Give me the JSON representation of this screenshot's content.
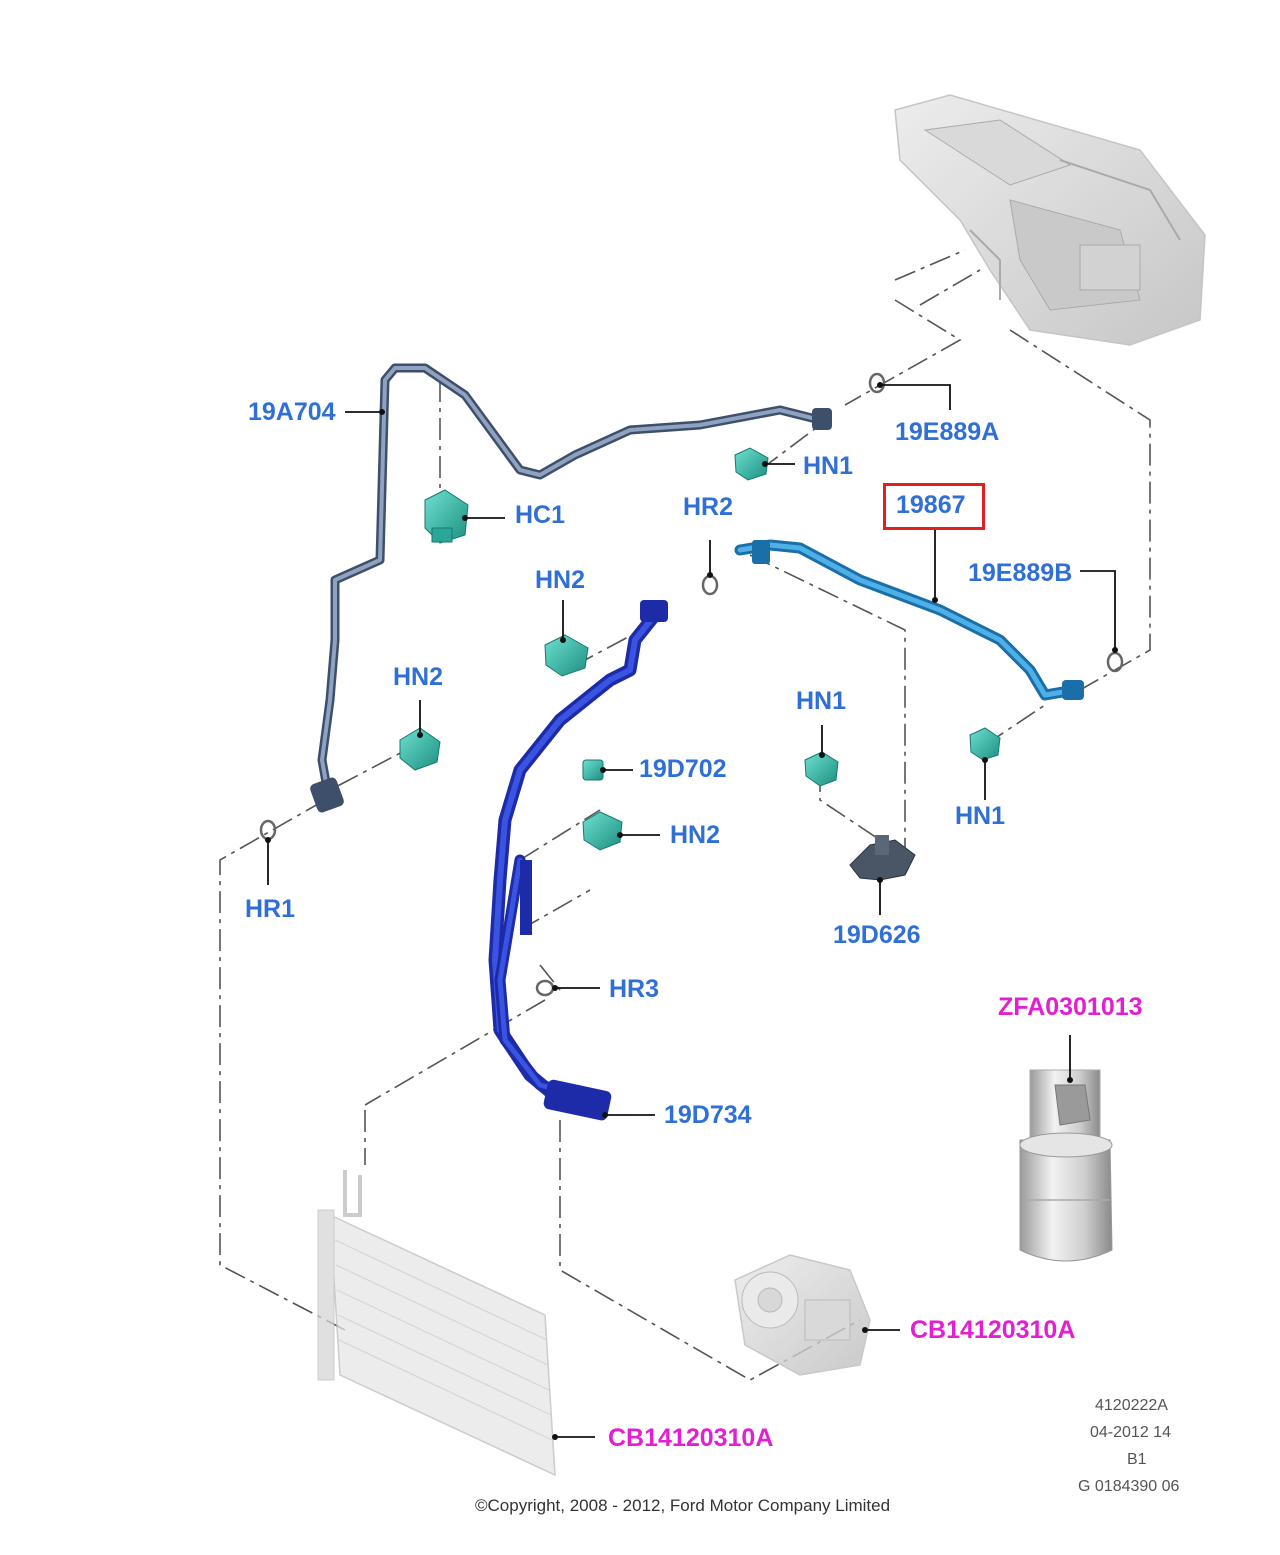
{
  "callouts": {
    "p19A704": "19A704",
    "p19E889A": "19E889A",
    "hn1_top": "HN1",
    "hc1": "HC1",
    "hr2": "HR2",
    "p19867": "19867",
    "p19E889B": "19E889B",
    "hn2_mid": "HN2",
    "hn2_left": "HN2",
    "hn1_mid": "HN1",
    "hn1_right": "HN1",
    "p19D702": "19D702",
    "hn2_low": "HN2",
    "hr1": "HR1",
    "p19D626": "19D626",
    "hr3": "HR3",
    "p19D734": "19D734"
  },
  "related_parts": {
    "zfa": "ZFA0301013",
    "compressor": "CB14120310A",
    "condenser": "CB14120310A"
  },
  "highlighted_part": "19867",
  "drawing_ref": {
    "line1": "4120222A",
    "line2": "04-2012 14",
    "line3": "B1",
    "line4": "G 0184390 06"
  },
  "copyright": "©Copyright, 2008 - 2012, Ford Motor Company Limited",
  "colors": {
    "label_blue": "#2f6fd6",
    "label_pink": "#e21fd3",
    "highlight_red": "#e01f1f",
    "clip_teal": "#3fbfb0",
    "pipe_grey": "#5b6f8c",
    "pipe_dark_blue": "#2436b8",
    "pipe_light_blue": "#2f8fd0"
  }
}
